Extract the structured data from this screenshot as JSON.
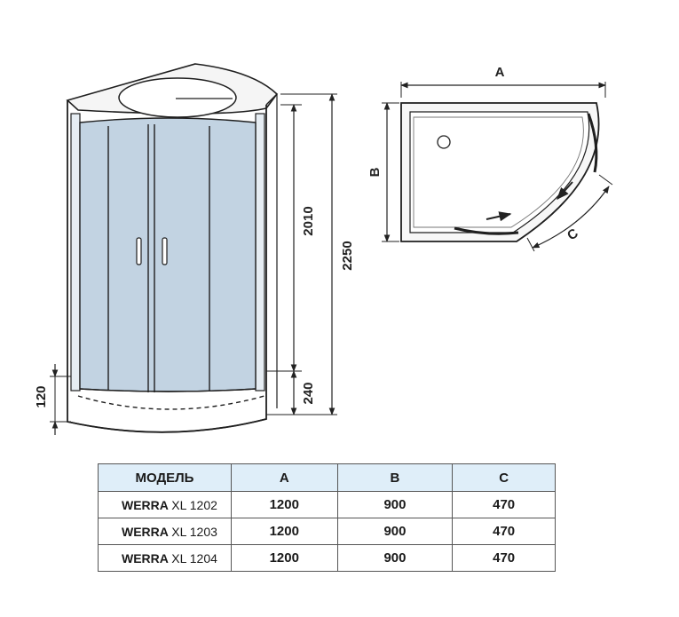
{
  "dimensions": {
    "height_total": "2250",
    "height_cabin": "2010",
    "height_base": "240",
    "height_tray": "120",
    "plan_width": "A",
    "plan_depth": "B",
    "plan_door": "C"
  },
  "table": {
    "headers": [
      "МОДЕЛЬ",
      "A",
      "B",
      "C"
    ],
    "rows": [
      {
        "brand": "WERRA",
        "series": "XL 1202",
        "a": "1200",
        "b": "900",
        "c": "470"
      },
      {
        "brand": "WERRA",
        "series": "XL 1203",
        "a": "1200",
        "b": "900",
        "c": "470"
      },
      {
        "brand": "WERRA",
        "series": "XL 1204",
        "a": "1200",
        "b": "900",
        "c": "470"
      }
    ]
  },
  "colors": {
    "glass": "#c2d3e2",
    "line": "#1f1f1f",
    "header_bg": "#dfeef9"
  }
}
